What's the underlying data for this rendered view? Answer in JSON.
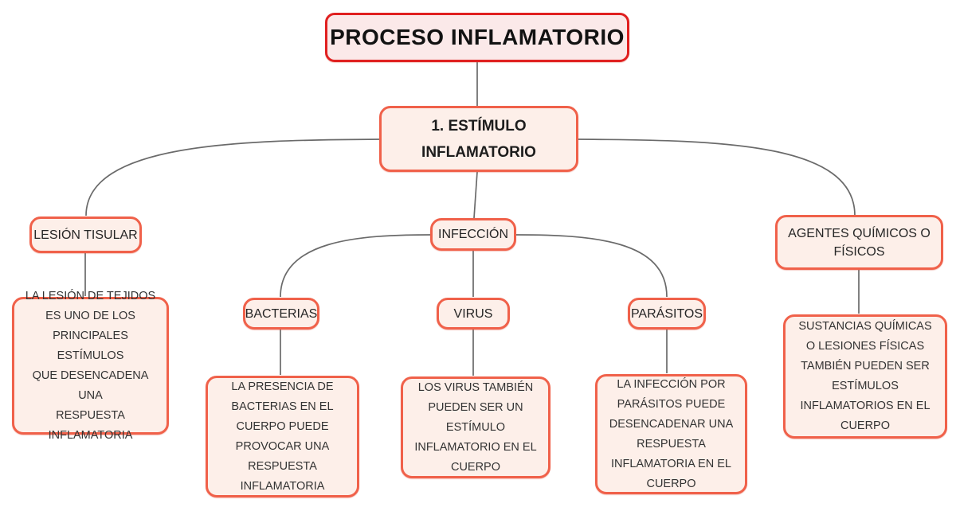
{
  "diagram": {
    "title": "PROCESO INFLAMATORIO",
    "root": {
      "label": "1. ESTÍMULO\nINFLAMATORIO"
    },
    "nodes": {
      "lesion": {
        "label": "LESIÓN TISULAR",
        "description": "LA LESIÓN DE TEJIDOS\nES UNO DE LOS\nPRINCIPALES ESTÍMULOS\nQUE DESENCADENA UNA\nRESPUESTA\nINFLAMATORIA"
      },
      "infeccion": {
        "label": "INFECCIÓN"
      },
      "agentes": {
        "label": "AGENTES QUÍMICOS O\nFÍSICOS",
        "description": "SUSTANCIAS QUÍMICAS\nO LESIONES FÍSICAS\nTAMBIÉN PUEDEN SER\nESTÍMULOS\nINFLAMATORIOS EN EL\nCUERPO"
      },
      "bacterias": {
        "label": "BACTERIAS",
        "description": "LA PRESENCIA DE\nBACTERIAS EN EL\nCUERPO PUEDE\nPROVOCAR UNA\nRESPUESTA\nINFLAMATORIA"
      },
      "virus": {
        "label": "VIRUS",
        "description": "LOS VIRUS TAMBIÉN\nPUEDEN SER UN\nESTÍMULO\nINFLAMATORIO EN EL\nCUERPO"
      },
      "parasitos": {
        "label": "PARÁSITOS",
        "description": "LA INFECCIÓN POR\nPARÁSITOS PUEDE\nDESENCADENAR UNA\nRESPUESTA\nINFLAMATORIA EN EL\nCUERPO"
      }
    },
    "colors": {
      "title_border": "#e02020",
      "title_fill": "#fbe9e9",
      "node_border": "#f0614a",
      "node_fill": "#fdefe9",
      "connector": "#6a6a6a",
      "text": "#262626"
    }
  }
}
